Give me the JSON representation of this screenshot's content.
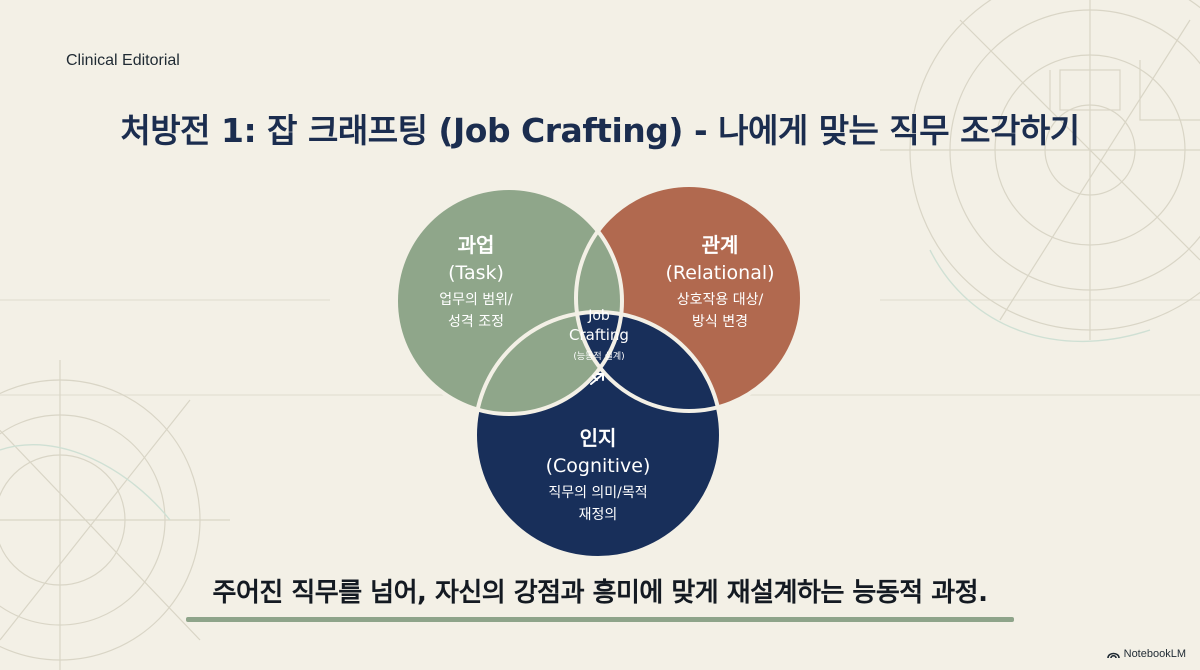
{
  "brand": "Clinical Editorial",
  "title": "처방전 1: 잡 크래프팅 (Job Crafting) - 나에게 맞는 직무 조각하기",
  "diagram": {
    "task": {
      "title": "과업",
      "subtitle": "(Task)",
      "desc1": "업무의 범위/",
      "desc2": "성격 조정",
      "color": "#8fa68a"
    },
    "relational": {
      "title": "관계",
      "subtitle": "(Relational)",
      "desc1": "상호작용 대상/",
      "desc2": "방식 변경",
      "color": "#b1694f"
    },
    "cognitive": {
      "title": "인지",
      "subtitle": "(Cognitive)",
      "desc1": "직무의 의미/목적",
      "desc2": "재정의",
      "color": "#182f5a"
    },
    "center": {
      "line1": "Job",
      "line2": "Crafting",
      "line3": "(능동적 설계)",
      "color": "#182f5a"
    }
  },
  "caption": "주어진 직무를 넘어, 자신의 강점과 흥미에 맞게 재설계하는 능동적 과정.",
  "footer": {
    "label": "NotebookLM"
  },
  "colors": {
    "background": "#f3f0e6",
    "title": "#1b2d4f",
    "accent_bar": "#8ea48a"
  }
}
